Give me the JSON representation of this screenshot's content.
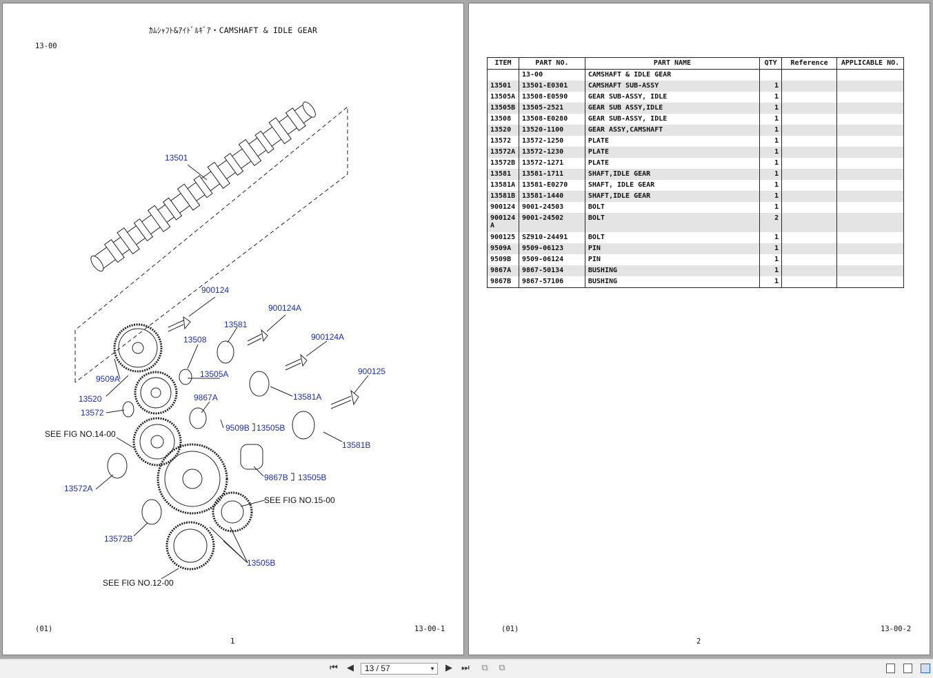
{
  "page_left": {
    "title": "ｶﾑｼｬﾌﾄ&ｱｲﾄﾞﾙｷﾞｱ・CAMSHAFT & IDLE GEAR",
    "code": "13-00",
    "footer_left": "(01)",
    "footer_right": "13-00-1",
    "page_number": "1",
    "callouts": [
      "13501",
      "900124",
      "900124A",
      "13581",
      "13508",
      "900124A",
      "9509A",
      "13520",
      "13505A",
      "900125",
      "13572",
      "9867A",
      "13581A",
      "SEE FIG NO.14-00",
      "9509B",
      "13505B",
      "13581B",
      "13572A",
      "9867B",
      "13505B",
      "SEE FIG NO.15-00",
      "13572B",
      "13505B",
      "SEE FIG NO.12-00"
    ]
  },
  "page_right": {
    "footer_left": "(01)",
    "footer_right": "13-00-2",
    "page_number": "2",
    "table": {
      "headers": [
        "ITEM",
        "PART NO.",
        "PART NAME",
        "QTY",
        "Reference",
        "APPLICABLE NO."
      ],
      "rows": [
        [
          "",
          "13-00",
          "CAMSHAFT & IDLE GEAR",
          "",
          "",
          ""
        ],
        [
          "13501",
          "13501-E0301",
          "CAMSHAFT SUB-ASSY",
          "1",
          "",
          ""
        ],
        [
          "13505A",
          "13508-E0590",
          "GEAR SUB-ASSY, IDLE",
          "1",
          "",
          ""
        ],
        [
          "13505B",
          "13505-2521",
          "GEAR SUB ASSY,IDLE",
          "1",
          "",
          ""
        ],
        [
          "13508",
          "13508-E0280",
          "GEAR SUB-ASSY, IDLE",
          "1",
          "",
          ""
        ],
        [
          "13520",
          "13520-1100",
          "GEAR ASSY,CAMSHAFT",
          "1",
          "",
          ""
        ],
        [
          "13572",
          "13572-1250",
          "PLATE",
          "1",
          "",
          ""
        ],
        [
          "13572A",
          "13572-1230",
          "PLATE",
          "1",
          "",
          ""
        ],
        [
          "13572B",
          "13572-1271",
          "PLATE",
          "1",
          "",
          ""
        ],
        [
          "13581",
          "13581-1711",
          "SHAFT,IDLE GEAR",
          "1",
          "",
          ""
        ],
        [
          "13581A",
          "13581-E0270",
          "SHAFT, IDLE GEAR",
          "1",
          "",
          ""
        ],
        [
          "13581B",
          "13581-1440",
          "SHAFT,IDLE GEAR",
          "1",
          "",
          ""
        ],
        [
          "900124",
          "9001-24503",
          "BOLT",
          "1",
          "",
          ""
        ],
        [
          "900124 A",
          "9001-24502",
          "BOLT",
          "2",
          "",
          ""
        ],
        [
          "900125",
          "SZ910-24491",
          "BOLT",
          "1",
          "",
          ""
        ],
        [
          "9509A",
          "9509-06123",
          "PIN",
          "1",
          "",
          ""
        ],
        [
          "9509B",
          "9509-06124",
          "PIN",
          "1",
          "",
          ""
        ],
        [
          "9867A",
          "9867-50134",
          "BUSHING",
          "1",
          "",
          ""
        ],
        [
          "9867B",
          "9867-57106",
          "BUSHING",
          "1",
          "",
          ""
        ]
      ]
    }
  },
  "toolbar": {
    "page_indicator": "13 / 57",
    "icons": [
      "first-page-icon",
      "prev-page-icon",
      "next-page-icon",
      "last-page-icon",
      "copy-icon",
      "copy-alt-icon",
      "single-page-view-icon",
      "continuous-view-icon",
      "two-page-view-icon"
    ]
  }
}
